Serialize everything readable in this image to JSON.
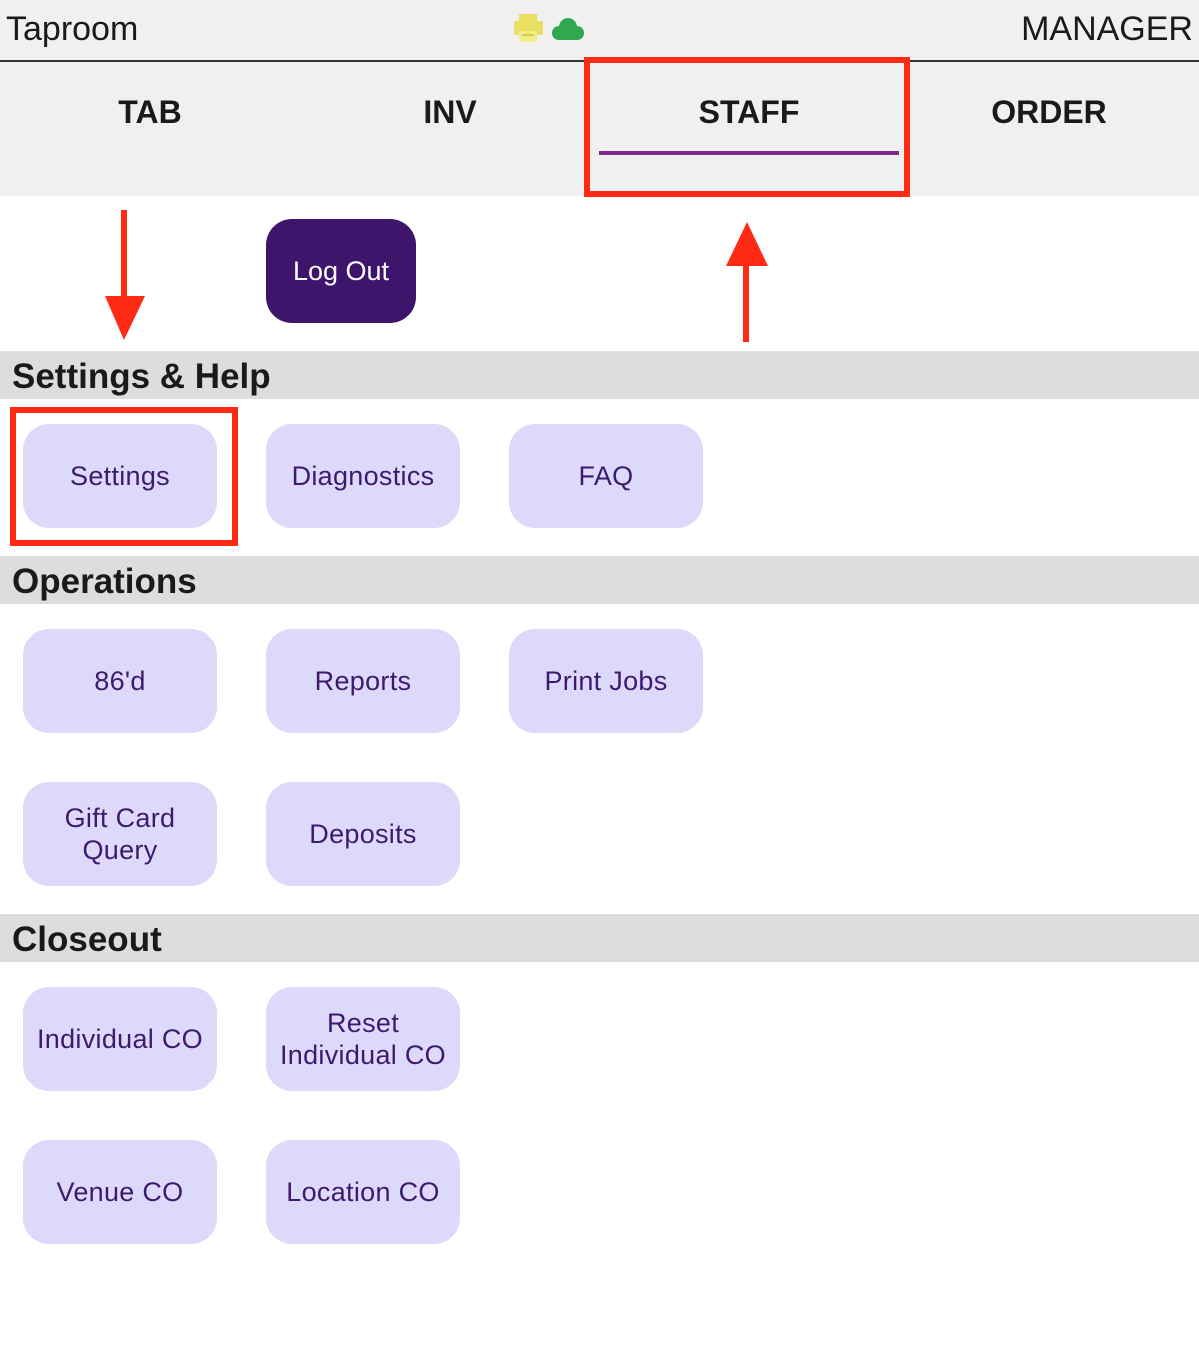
{
  "status_bar": {
    "app_title": "Taproom",
    "role": "MANAGER",
    "icons": [
      "printer-icon",
      "cloud-icon"
    ]
  },
  "tabs": [
    {
      "label": "TAB"
    },
    {
      "label": "INV"
    },
    {
      "label": "STAFF",
      "active": true
    },
    {
      "label": "ORDER"
    }
  ],
  "logout_label": "Log Out",
  "sections": {
    "settings_help": {
      "title": "Settings & Help",
      "buttons": [
        "Settings",
        "Diagnostics",
        "FAQ"
      ]
    },
    "operations": {
      "title": "Operations",
      "buttons": [
        "86'd",
        "Reports",
        "Print Jobs",
        "Gift Card Query",
        "Deposits"
      ]
    },
    "closeout": {
      "title": "Closeout",
      "buttons": [
        "Individual CO",
        "Reset Individual CO",
        "Venue CO",
        "Location CO"
      ]
    }
  },
  "colors": {
    "accent": "#7a2a88",
    "button_bg": "#dcd9fb",
    "button_text": "#3d1a6e",
    "logout_bg": "#3f156b",
    "annotation": "#ff2a14",
    "printer_icon": "#e8e060",
    "cloud_icon": "#2fa84f"
  }
}
